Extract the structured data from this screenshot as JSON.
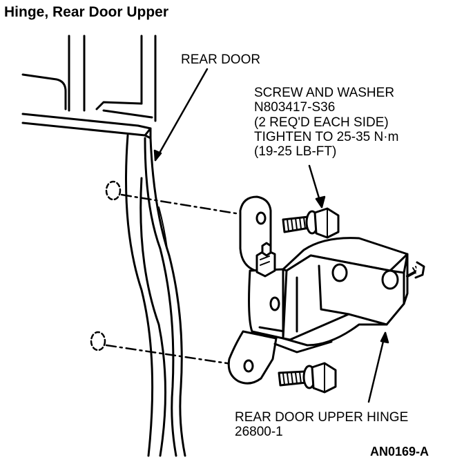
{
  "title": "Hinge, Rear Door Upper",
  "labels": {
    "rear_door": "REAR DOOR",
    "screw_lines": [
      "SCREW AND WASHER",
      "N803417-S36",
      "(2 REQ'D EACH SIDE)",
      "TIGHTEN TO 25-35 N·m",
      "(19-25 LB-FT)"
    ],
    "hinge_lines": [
      "REAR DOOR UPPER HINGE",
      "26800-1"
    ]
  },
  "figure_ref": "AN0169-A",
  "colors": {
    "ink": "#000000",
    "paper": "#ffffff"
  }
}
